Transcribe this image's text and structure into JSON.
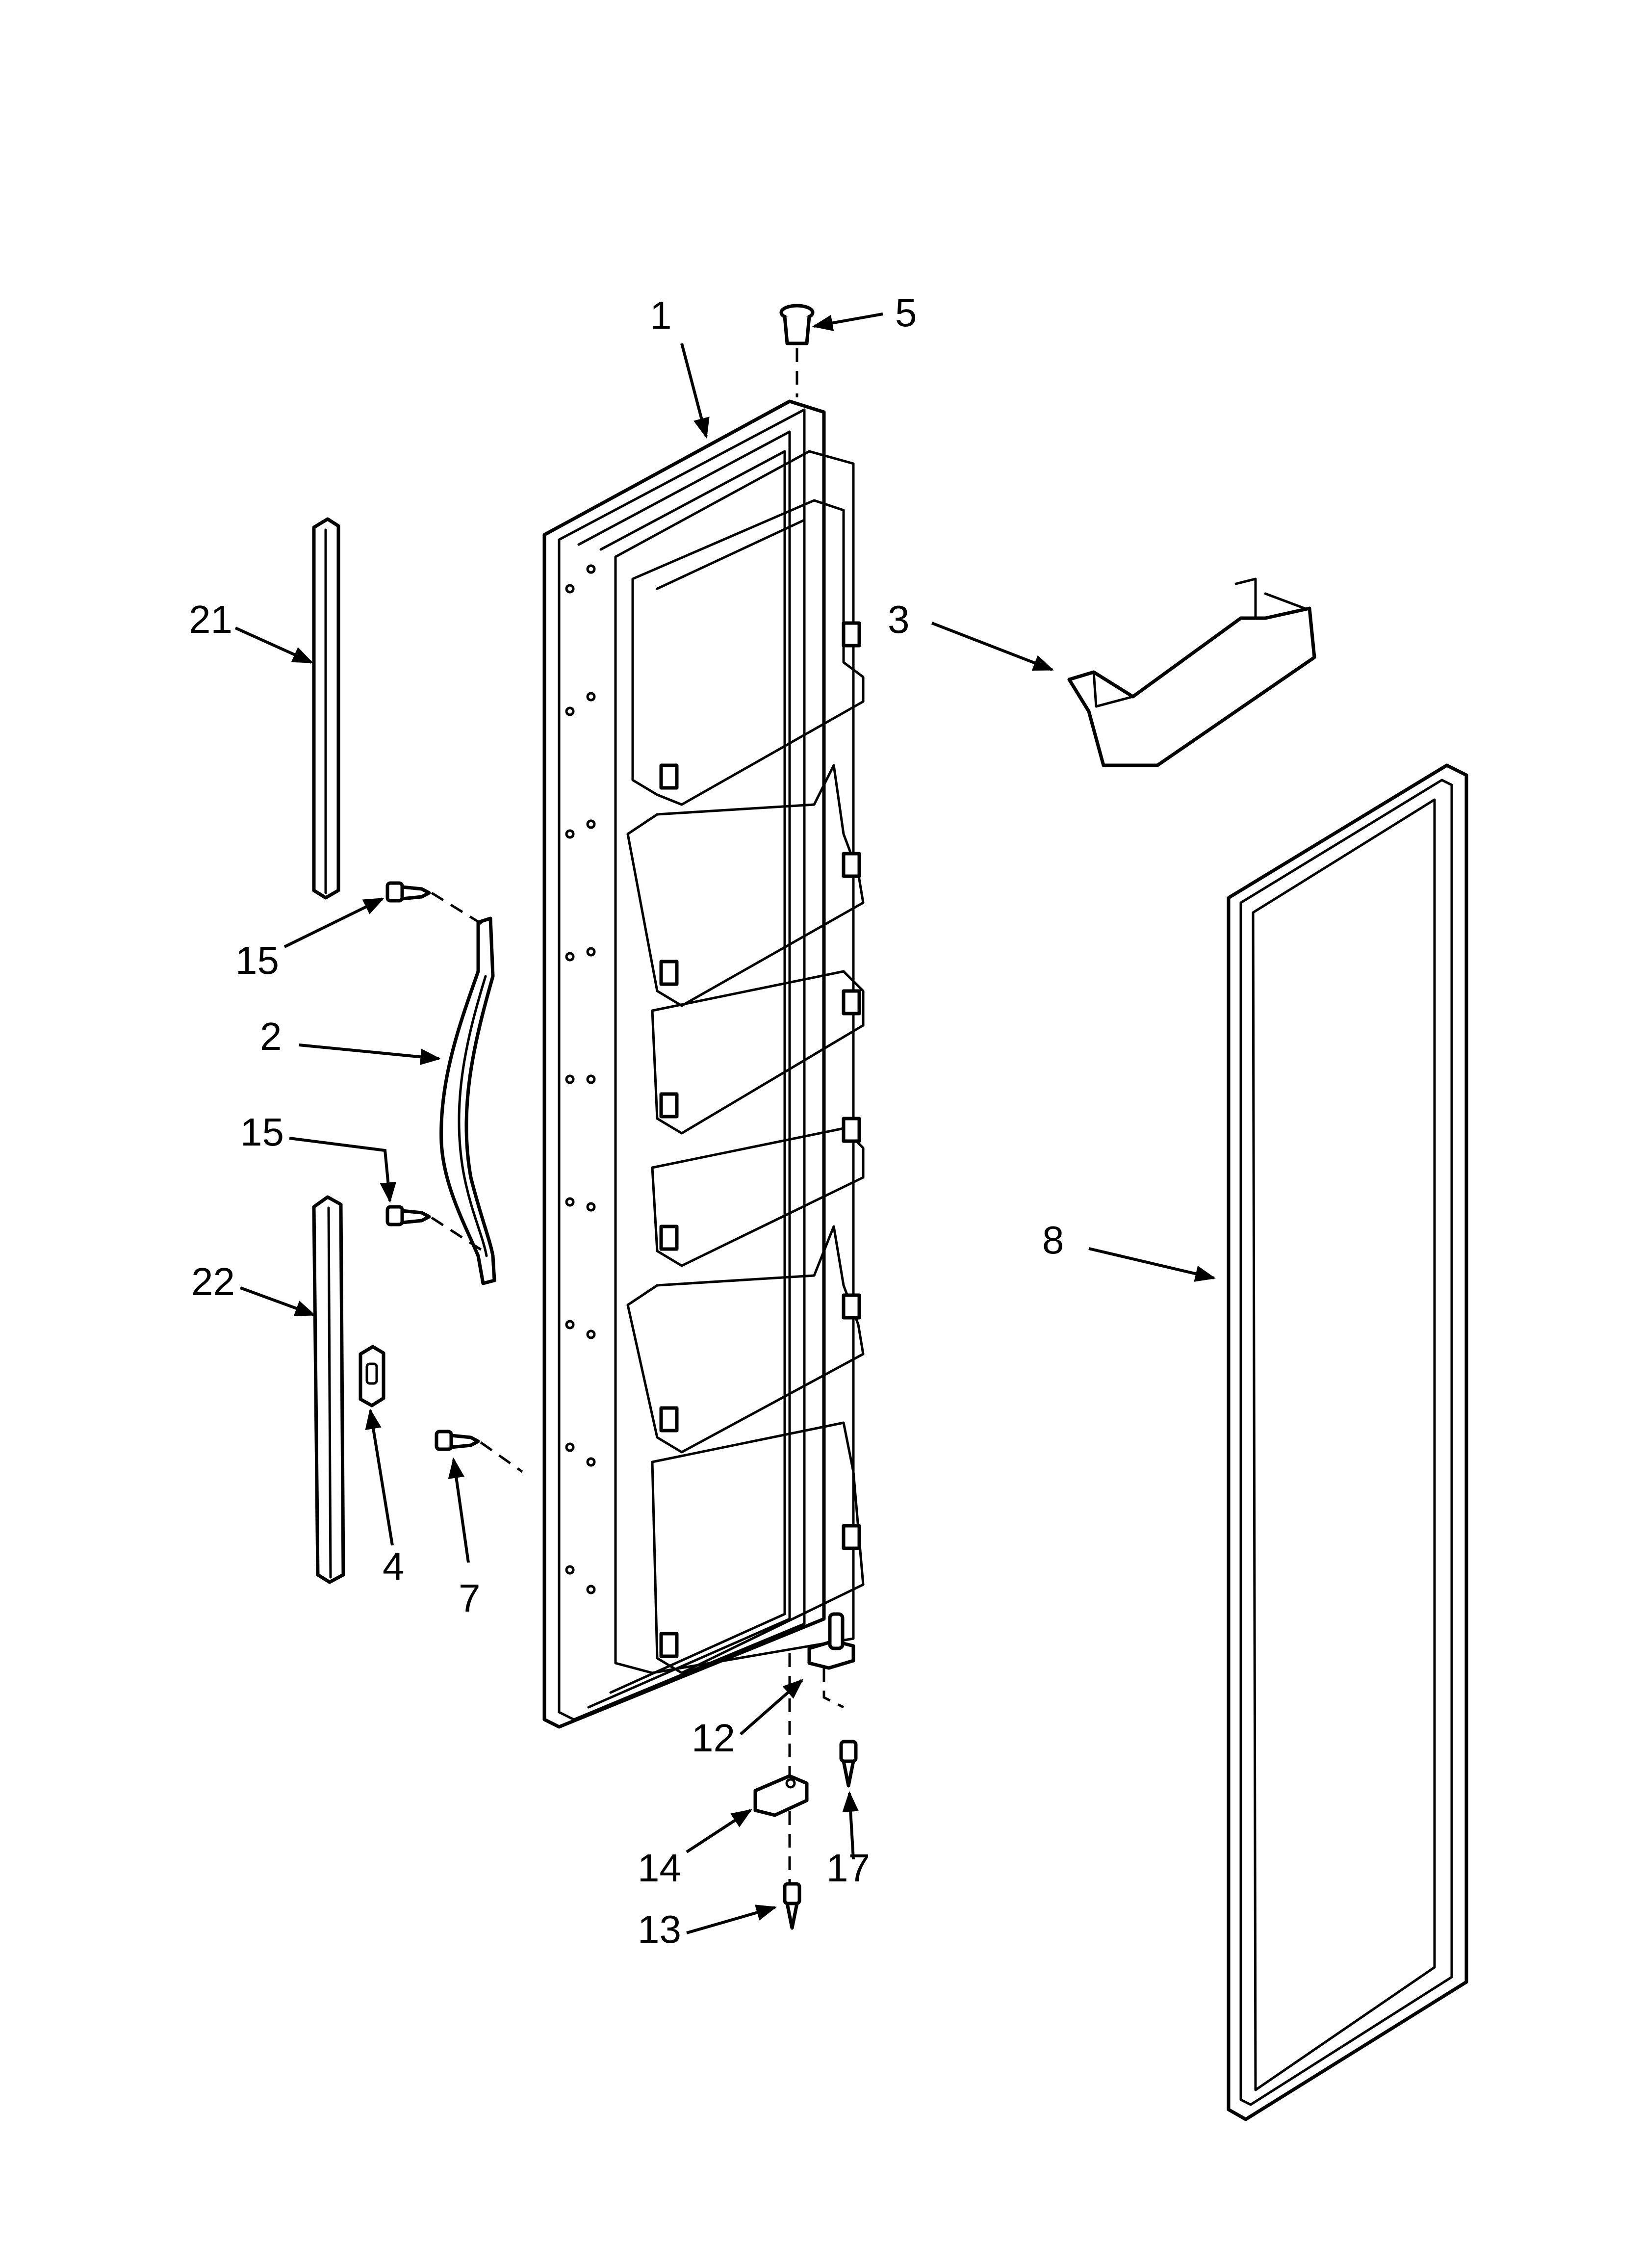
{
  "diagram": {
    "callouts": {
      "c1": "1",
      "c2": "2",
      "c3": "3",
      "c4": "4",
      "c5": "5",
      "c7": "7",
      "c8": "8",
      "c12": "12",
      "c13": "13",
      "c14": "14",
      "c15a": "15",
      "c15b": "15",
      "c17": "17",
      "c21": "21",
      "c22": "22"
    },
    "parts": [
      "door",
      "handle",
      "door-shelf-bin",
      "handle-clip",
      "door-plug",
      "screw",
      "door-gasket",
      "hinge-pin",
      "hinge-screw",
      "door-closure-cam",
      "handle-screw",
      "hinge-screw-lower",
      "trim-strip-upper",
      "trim-strip-lower"
    ]
  }
}
